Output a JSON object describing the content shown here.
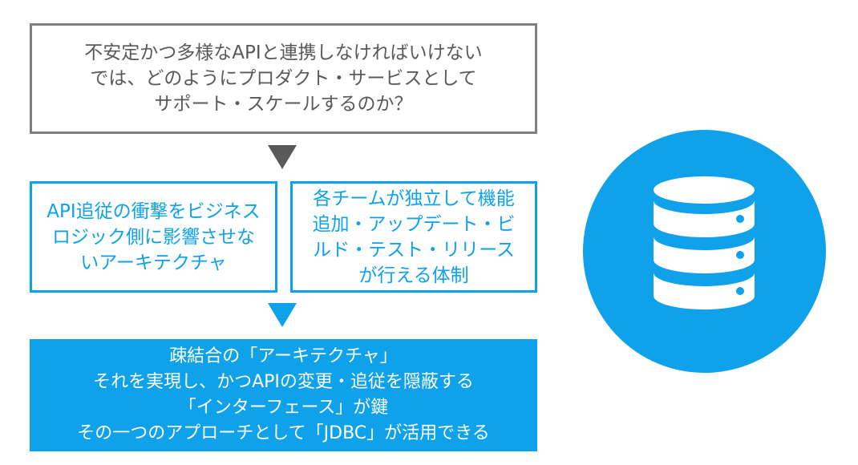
{
  "question": {
    "lines": [
      "不安定かつ多様なAPIと連携しなければいけない",
      "では、どのようにプロダクト・サービスとして",
      "サポート・スケールするのか？"
    ]
  },
  "goals": {
    "left": {
      "lines": [
        "API追従の衝撃をビジネス",
        "ロジック側に影響させな",
        "いアーキテクチャ"
      ]
    },
    "right": {
      "lines": [
        "各チームが独立して機能",
        "追加・アップデート・ビ",
        "ルド・テスト・リリース",
        "が行える体制"
      ]
    }
  },
  "conclusion": {
    "lines": [
      "疎結合の「アーキテクチャ」",
      "それを実現し、かつAPIの変更・追従を隠蔽する",
      "「インターフェース」が鍵",
      "その一つのアプローチとして「JDBC」が活用できる"
    ]
  },
  "colors": {
    "accent": "#0fa1ea",
    "gray_border": "#7f7f7f",
    "gray_text": "#595959",
    "white": "#ffffff"
  },
  "icons": {
    "database": "database-icon",
    "down_arrow": "down-triangle-arrow"
  }
}
